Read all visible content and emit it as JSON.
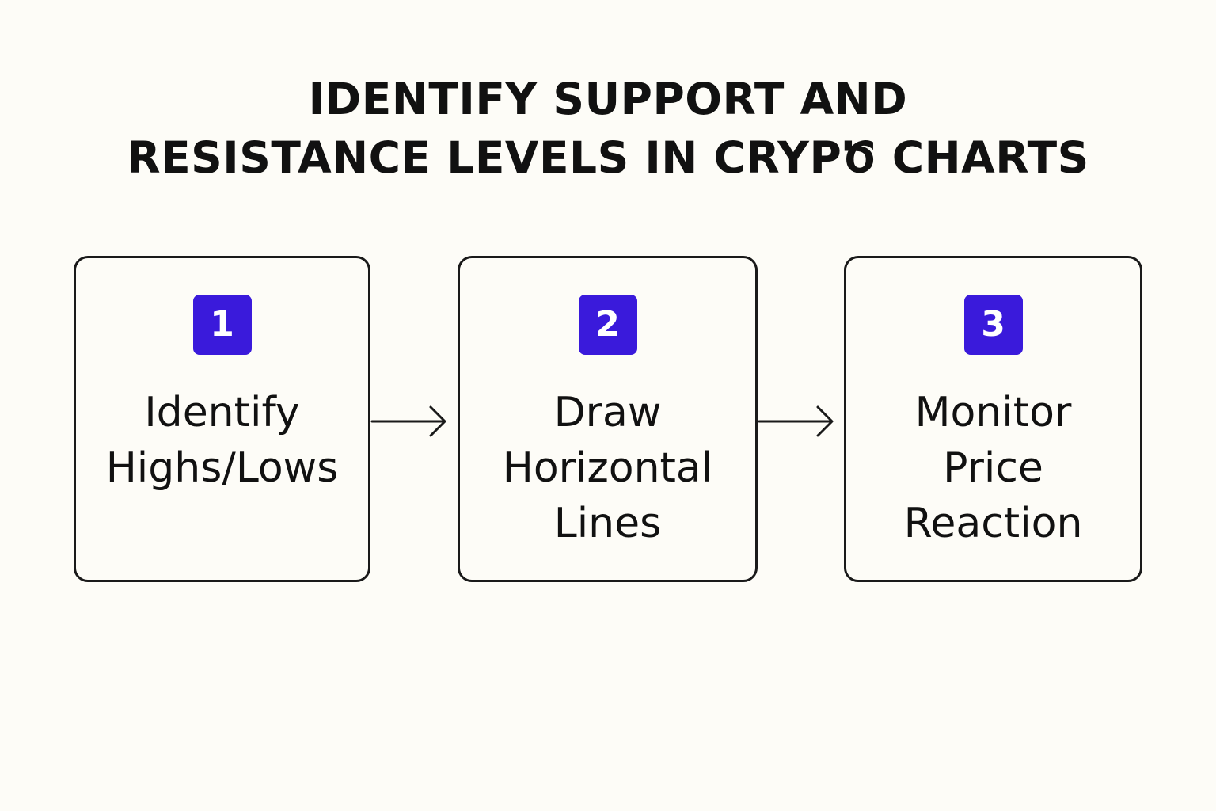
{
  "colors": {
    "background": "#fdfcf7",
    "badge": "#3a1adb",
    "border": "#1a1a1a",
    "text": "#111111"
  },
  "title": {
    "line1": "IDENTIFY SUPPORT AND",
    "line2": "RESISTANCE LEVELS IN CRYPԾ CHARTS"
  },
  "steps": [
    {
      "number": "1",
      "label_lines": [
        "Identify",
        "Highs/Lows"
      ]
    },
    {
      "number": "2",
      "label_lines": [
        "Draw",
        "Horizontal",
        "Lines"
      ]
    },
    {
      "number": "3",
      "label_lines": [
        "Monitor",
        "Price",
        "Reaction"
      ]
    }
  ],
  "connectors": [
    {
      "from": "1",
      "to": "2",
      "icon": "arrow-right-icon"
    },
    {
      "from": "2",
      "to": "3",
      "icon": "arrow-right-icon"
    }
  ]
}
